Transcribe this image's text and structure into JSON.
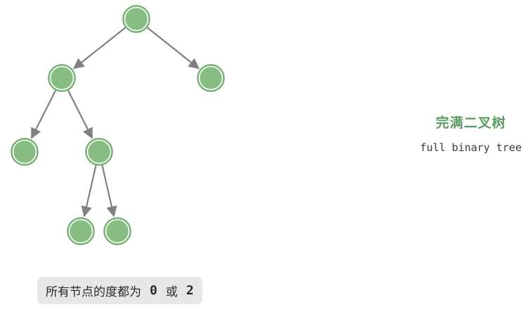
{
  "title": {
    "zh": "完满二叉树",
    "en": "full binary tree"
  },
  "caption": {
    "prefix": "所有节点的度都为",
    "value_a": "0",
    "joiner": "或",
    "value_b": "2"
  },
  "colors": {
    "node_fill": "#87bd82",
    "node_stroke": "#6aaa6a",
    "edge": "#808080",
    "title_accent": "#5a9b5f",
    "caption_bg": "#e7e7e7"
  },
  "tree": {
    "nodes": [
      "root",
      "L",
      "R",
      "LL",
      "LR",
      "LRL",
      "LRR"
    ],
    "edges": [
      [
        "root",
        "L"
      ],
      [
        "root",
        "R"
      ],
      [
        "L",
        "LL"
      ],
      [
        "L",
        "LR"
      ],
      [
        "LR",
        "LRL"
      ],
      [
        "LR",
        "LRR"
      ]
    ]
  }
}
